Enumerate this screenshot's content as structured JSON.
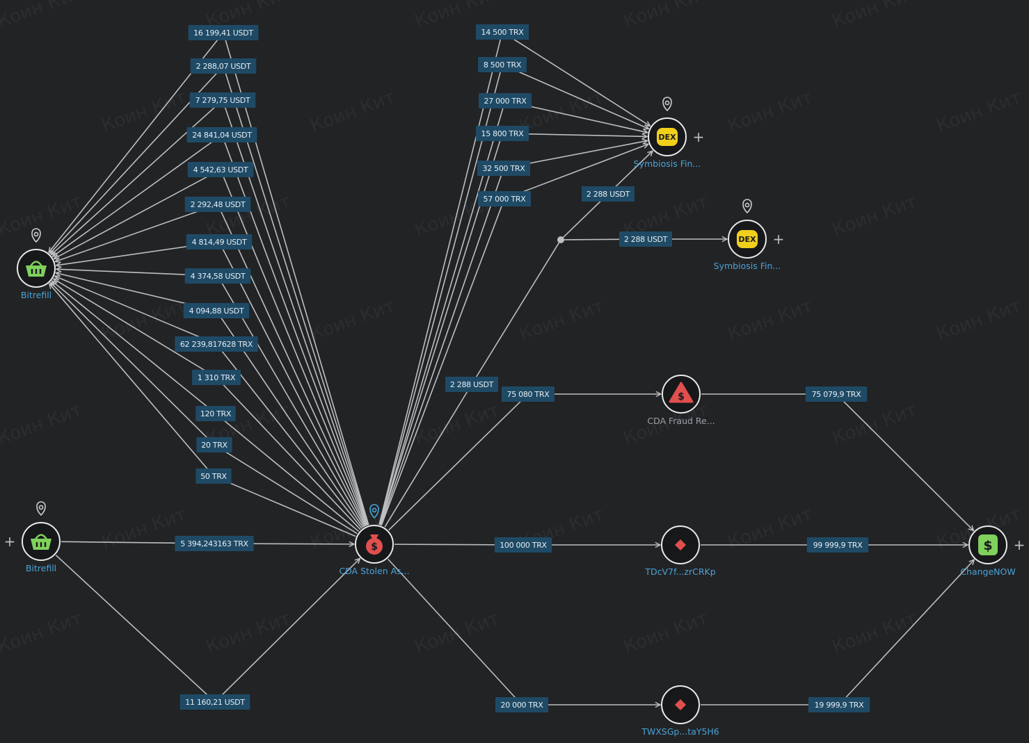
{
  "colors": {
    "background": "#222325",
    "edge": "#bdbfc2",
    "label_bg": "#1f4a66",
    "label_text": "#e6edf2",
    "node_label_link": "#4aa3d8",
    "exchange_green": "#7fd15c",
    "dex_yellow": "#f2cf1a",
    "risk_red": "#e0504e"
  },
  "nodes": [
    {
      "id": "bitrefill1",
      "label": "Bitrefill",
      "icon": "basket-icon",
      "link": true
    },
    {
      "id": "bitrefill2",
      "label": "Bitrefill",
      "icon": "basket-icon",
      "link": true
    },
    {
      "id": "cda_stolen",
      "label": "CDA Stolen As...",
      "icon": "money-bag-icon",
      "link": true
    },
    {
      "id": "dex1",
      "label": "Symbiosis Fin...",
      "icon": "dex-icon",
      "icon_text": "DEX",
      "link": true
    },
    {
      "id": "dex2",
      "label": "Symbiosis Fin...",
      "icon": "dex-icon",
      "icon_text": "DEX",
      "link": true
    },
    {
      "id": "cda_fraud",
      "label": "CDA Fraud Re...",
      "icon": "warning-dollar-icon",
      "link": false
    },
    {
      "id": "tdcv",
      "label": "TDcV7f...zrCRKp",
      "icon": "diamond-icon",
      "link": true
    },
    {
      "id": "twxs",
      "label": "TWXSGp...taY5H6",
      "icon": "diamond-icon",
      "link": true
    },
    {
      "id": "changenow",
      "label": "ChangeNOW",
      "icon": "dollar-icon",
      "link": true
    }
  ],
  "edges": [
    {
      "from": "cda_stolen",
      "to": "bitrefill1",
      "label": "16 199,41 USDT"
    },
    {
      "from": "cda_stolen",
      "to": "bitrefill1",
      "label": "2 288,07 USDT"
    },
    {
      "from": "cda_stolen",
      "to": "bitrefill1",
      "label": "7 279,75 USDT"
    },
    {
      "from": "cda_stolen",
      "to": "bitrefill1",
      "label": "24 841,04 USDT"
    },
    {
      "from": "cda_stolen",
      "to": "bitrefill1",
      "label": "4 542,63 USDT"
    },
    {
      "from": "cda_stolen",
      "to": "bitrefill1",
      "label": "2 292,48 USDT"
    },
    {
      "from": "cda_stolen",
      "to": "bitrefill1",
      "label": "4 814,49 USDT"
    },
    {
      "from": "cda_stolen",
      "to": "bitrefill1",
      "label": "4 374,58 USDT"
    },
    {
      "from": "cda_stolen",
      "to": "bitrefill1",
      "label": "4 094,88 USDT"
    },
    {
      "from": "cda_stolen",
      "to": "bitrefill1",
      "label": "62 239,817628 TRX"
    },
    {
      "from": "cda_stolen",
      "to": "bitrefill1",
      "label": "1 310 TRX"
    },
    {
      "from": "cda_stolen",
      "to": "bitrefill1",
      "label": "120 TRX"
    },
    {
      "from": "cda_stolen",
      "to": "bitrefill1",
      "label": "20 TRX"
    },
    {
      "from": "cda_stolen",
      "to": "bitrefill1",
      "label": "50 TRX"
    },
    {
      "from": "bitrefill2",
      "to": "cda_stolen",
      "label": "5 394,243163 TRX"
    },
    {
      "from": "bitrefill2",
      "to": "cda_stolen",
      "label": "11 160,21 USDT"
    },
    {
      "from": "cda_stolen",
      "to": "dex1",
      "label": "14 500 TRX"
    },
    {
      "from": "cda_stolen",
      "to": "dex1",
      "label": "8 500 TRX"
    },
    {
      "from": "cda_stolen",
      "to": "dex1",
      "label": "27 000 TRX"
    },
    {
      "from": "cda_stolen",
      "to": "dex1",
      "label": "15 800 TRX"
    },
    {
      "from": "cda_stolen",
      "to": "dex1",
      "label": "32 500 TRX"
    },
    {
      "from": "cda_stolen",
      "to": "dex1",
      "label": "57 000 TRX"
    },
    {
      "from": "junction",
      "to": "dex1",
      "label": "2 288 USDT"
    },
    {
      "from": "junction",
      "to": "dex2",
      "label": "2 288 USDT"
    },
    {
      "from": "cda_stolen",
      "to": "junction",
      "label": "2 288 USDT"
    },
    {
      "from": "cda_stolen",
      "to": "cda_fraud",
      "label": "75 080 TRX"
    },
    {
      "from": "cda_fraud",
      "to": "changenow",
      "label": "75 079,9 TRX"
    },
    {
      "from": "cda_stolen",
      "to": "tdcv",
      "label": "100 000 TRX"
    },
    {
      "from": "tdcv",
      "to": "changenow",
      "label": "99 999,9 TRX"
    },
    {
      "from": "cda_stolen",
      "to": "twxs",
      "label": "20 000 TRX"
    },
    {
      "from": "twxs",
      "to": "changenow",
      "label": "19 999,9 TRX"
    }
  ],
  "expand_symbol": "+",
  "watermark": "Коин Кит"
}
